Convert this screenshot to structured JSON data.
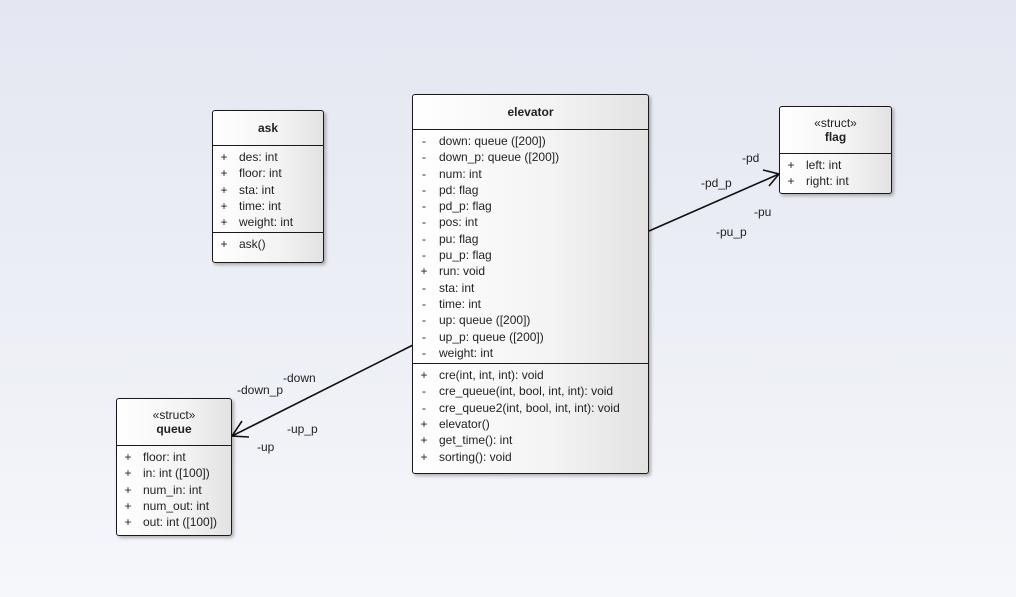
{
  "classes": {
    "ask": {
      "name": "ask",
      "attributes": [
        {
          "vis": "+",
          "text": "des: int"
        },
        {
          "vis": "+",
          "text": "floor: int"
        },
        {
          "vis": "+",
          "text": "sta: int"
        },
        {
          "vis": "+",
          "text": "time: int"
        },
        {
          "vis": "+",
          "text": "weight: int"
        }
      ],
      "operations": [
        {
          "vis": "+",
          "text": "ask()"
        }
      ]
    },
    "elevator": {
      "name": "elevator",
      "attributes": [
        {
          "vis": "-",
          "text": "down: queue ([200])"
        },
        {
          "vis": "-",
          "text": "down_p: queue ([200])"
        },
        {
          "vis": "-",
          "text": "num: int"
        },
        {
          "vis": "-",
          "text": "pd: flag"
        },
        {
          "vis": "-",
          "text": "pd_p: flag"
        },
        {
          "vis": "-",
          "text": "pos: int"
        },
        {
          "vis": "-",
          "text": "pu: flag"
        },
        {
          "vis": "-",
          "text": "pu_p: flag"
        },
        {
          "vis": "+",
          "text": "run: void"
        },
        {
          "vis": "-",
          "text": "sta: int"
        },
        {
          "vis": "-",
          "text": "time: int"
        },
        {
          "vis": "-",
          "text": "up: queue ([200])"
        },
        {
          "vis": "-",
          "text": "up_p: queue ([200])"
        },
        {
          "vis": "-",
          "text": "weight: int"
        }
      ],
      "operations": [
        {
          "vis": "+",
          "text": "cre(int, int, int): void"
        },
        {
          "vis": "-",
          "text": "cre_queue(int, bool, int, int): void"
        },
        {
          "vis": "-",
          "text": "cre_queue2(int, bool, int, int): void"
        },
        {
          "vis": "+",
          "text": "elevator()"
        },
        {
          "vis": "+",
          "text": "get_time(): int"
        },
        {
          "vis": "+",
          "text": "sorting(): void"
        }
      ]
    },
    "flag": {
      "stereotype": "«struct»",
      "name": "flag",
      "attributes": [
        {
          "vis": "+",
          "text": "left: int"
        },
        {
          "vis": "+",
          "text": "right: int"
        }
      ]
    },
    "queue": {
      "stereotype": "«struct»",
      "name": "queue",
      "attributes": [
        {
          "vis": "+",
          "text": "floor: int"
        },
        {
          "vis": "+",
          "text": "in: int ([100])"
        },
        {
          "vis": "+",
          "text": "num_in: int"
        },
        {
          "vis": "+",
          "text": "num_out: int"
        },
        {
          "vis": "+",
          "text": "out: int ([100])"
        }
      ]
    }
  },
  "associations": {
    "to_flag": [
      "-pd",
      "-pd_p",
      "-pu",
      "-pu_p"
    ],
    "to_queue": [
      "-down",
      "-down_p",
      "-up_p",
      "-up"
    ]
  }
}
